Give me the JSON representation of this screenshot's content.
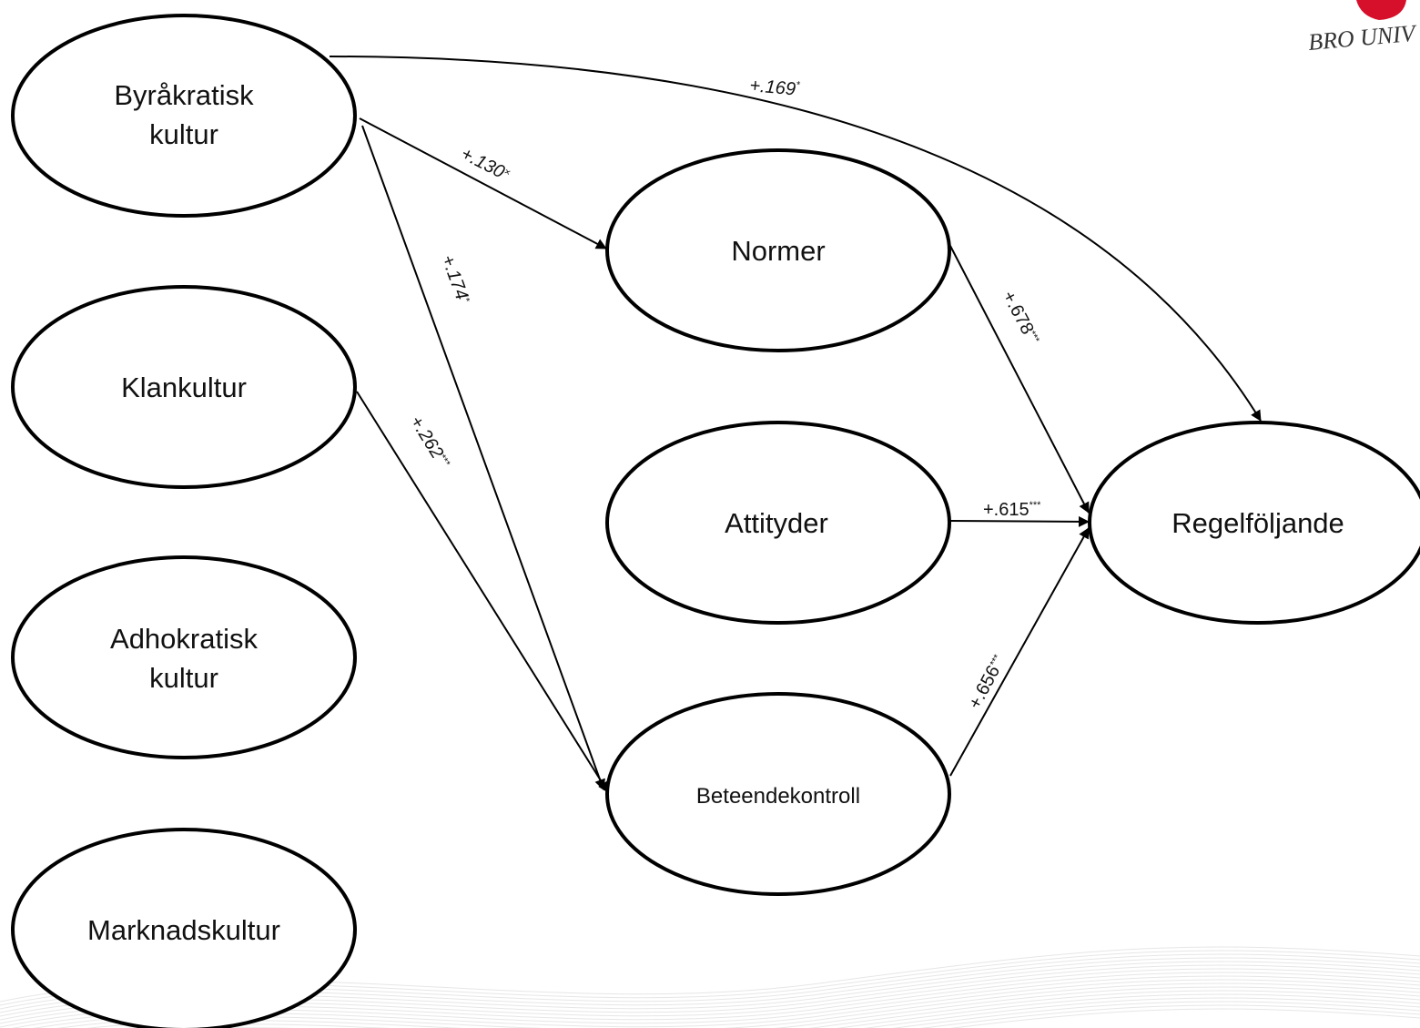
{
  "nodes": {
    "byrakratisk": [
      "Byråkratisk",
      "kultur"
    ],
    "klankultur": "Klankultur",
    "adhokratisk": [
      "Adhokratisk",
      "kultur"
    ],
    "marknadskultur": "Marknadskultur",
    "normer": "Normer",
    "attityder": "Attityder",
    "beteendekontroll": "Beteendekontroll",
    "regelfoljande": "Regelföljande"
  },
  "edges": {
    "byr_to_regel": {
      "value": "+.169",
      "sig": "*"
    },
    "byr_to_normer": {
      "value": "+.130",
      "sig": "×"
    },
    "byr_to_beteende": {
      "value": "+.174",
      "sig": "*"
    },
    "klan_to_beteende": {
      "value": "+.262",
      "sig": "***"
    },
    "normer_to_regel": {
      "value": "+.678",
      "sig": "***"
    },
    "attityder_to_regel": {
      "value": "+.615",
      "sig": "***"
    },
    "beteende_to_regel": {
      "value": "+.656",
      "sig": "***"
    }
  },
  "logo": {
    "text": "BRO UNIV",
    "color": "#d6102b"
  },
  "colors": {
    "stroke": "#000000",
    "background": "#ffffff",
    "watermark": "#e6e6e6"
  }
}
